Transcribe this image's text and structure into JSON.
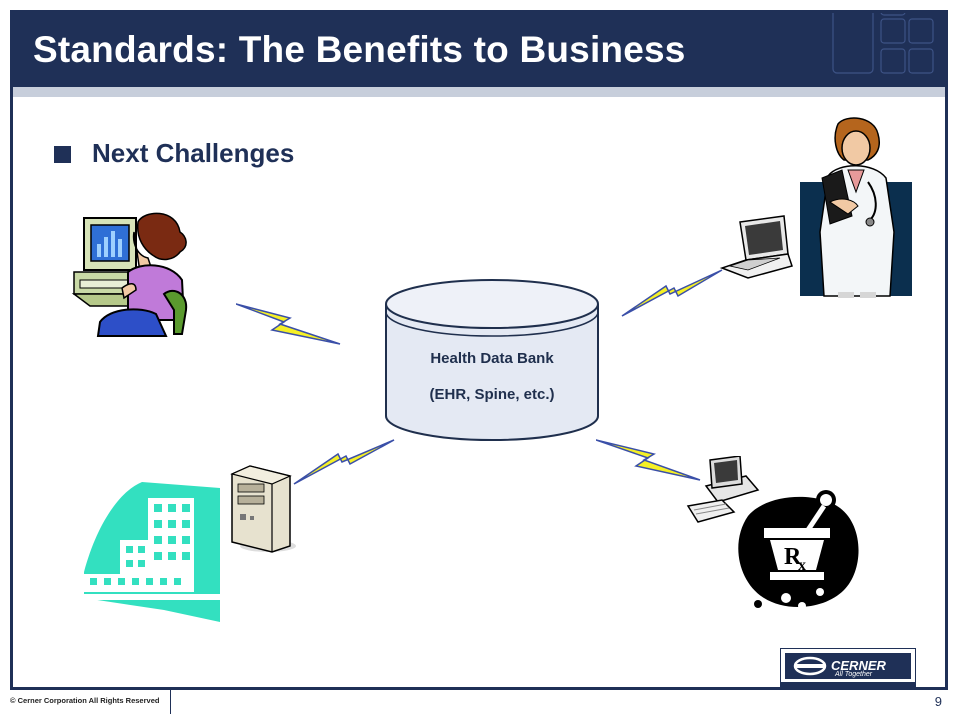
{
  "slide": {
    "title": "Standards: The Benefits to Business",
    "bullet": "Next Challenges",
    "page_number": "9"
  },
  "center_database": {
    "line1": "Health Data Bank",
    "line2": "(EHR, Spine, etc.)"
  },
  "footer": {
    "copyright": "© Cerner Corporation All Rights Reserved"
  },
  "logo": {
    "name": "CERNER",
    "tagline": "All Together"
  },
  "colors": {
    "navy": "#1f3057",
    "hospital_teal": "#33e0c0",
    "lightning_yellow": "#f5f026"
  }
}
